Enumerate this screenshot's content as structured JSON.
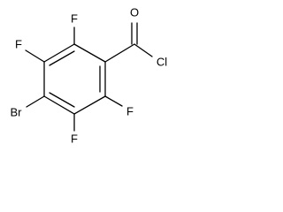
{
  "molecule": {
    "atoms": {
      "f_top": "F",
      "f_upper_left": "F",
      "br": "Br",
      "f_lower_left": "F",
      "f_right": "F",
      "o": "O",
      "cl": "Cl"
    },
    "colors": {
      "bond": "#000000",
      "label": "#000000",
      "background": "#ffffff"
    }
  }
}
